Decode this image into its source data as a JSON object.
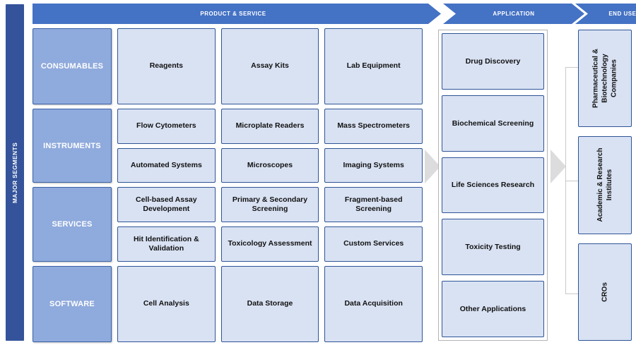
{
  "diagram": {
    "sidebar_label": "MAJOR SEGMENTS",
    "header": {
      "product_service": "PRODUCT & SERVICE",
      "application": "APPLICATION",
      "end_user": "END USER"
    },
    "colors": {
      "sidebar": "#34539A",
      "header_band": "#4472C4",
      "segment_label": "#8FAADC",
      "cell_fill": "#D9E2F3",
      "cell_border": "#2E5496",
      "connector_arrow": "#DCDCDC",
      "bracket": "#C9C9C9"
    },
    "segments": [
      {
        "label": "CONSUMABLES",
        "rows": [
          [
            "Reagents",
            "Assay Kits",
            "Lab Equipment"
          ]
        ]
      },
      {
        "label": "INSTRUMENTS",
        "rows": [
          [
            "Flow Cytometers",
            "Microplate Readers",
            "Mass Spectrometers"
          ],
          [
            "Automated Systems",
            "Microscopes",
            "Imaging Systems"
          ]
        ]
      },
      {
        "label": "SERVICES",
        "rows": [
          [
            "Cell-based Assay Development",
            "Primary & Secondary Screening",
            "Fragment-based Screening"
          ],
          [
            "Hit Identification & Validation",
            "Toxicology Assessment",
            "Custom Services"
          ]
        ]
      },
      {
        "label": "SOFTWARE",
        "rows": [
          [
            "Cell Analysis",
            "Data Storage",
            "Data Acquisition"
          ]
        ]
      }
    ],
    "applications": [
      "Drug Discovery",
      "Biochemical Screening",
      "Life Sciences Research",
      "Toxicity Testing",
      "Other Applications"
    ],
    "end_users": [
      "Pharmaceutical & Biotechnology Companies",
      "Academic & Research Institutes",
      "CROs"
    ]
  }
}
